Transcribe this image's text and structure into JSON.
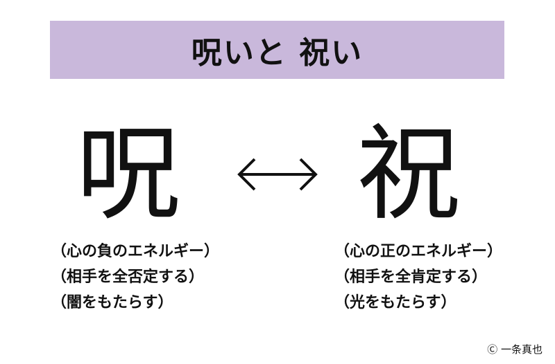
{
  "title": "呪いと 祝い",
  "left": {
    "kanji": "呪",
    "lines": [
      "（心の負のエネルギー）",
      "（相手を全否定する）",
      "（闇をもたらす）"
    ]
  },
  "right": {
    "kanji": "祝",
    "lines": [
      "（心の正のエネルギー）",
      "（相手を全肯定する）",
      "（光をもたらす）"
    ]
  },
  "arrow_icon": "left-right-arrow-icon",
  "copyright": "Ⓒ 一条真也",
  "colors": {
    "banner": "#c9b8db",
    "text": "#111111"
  }
}
